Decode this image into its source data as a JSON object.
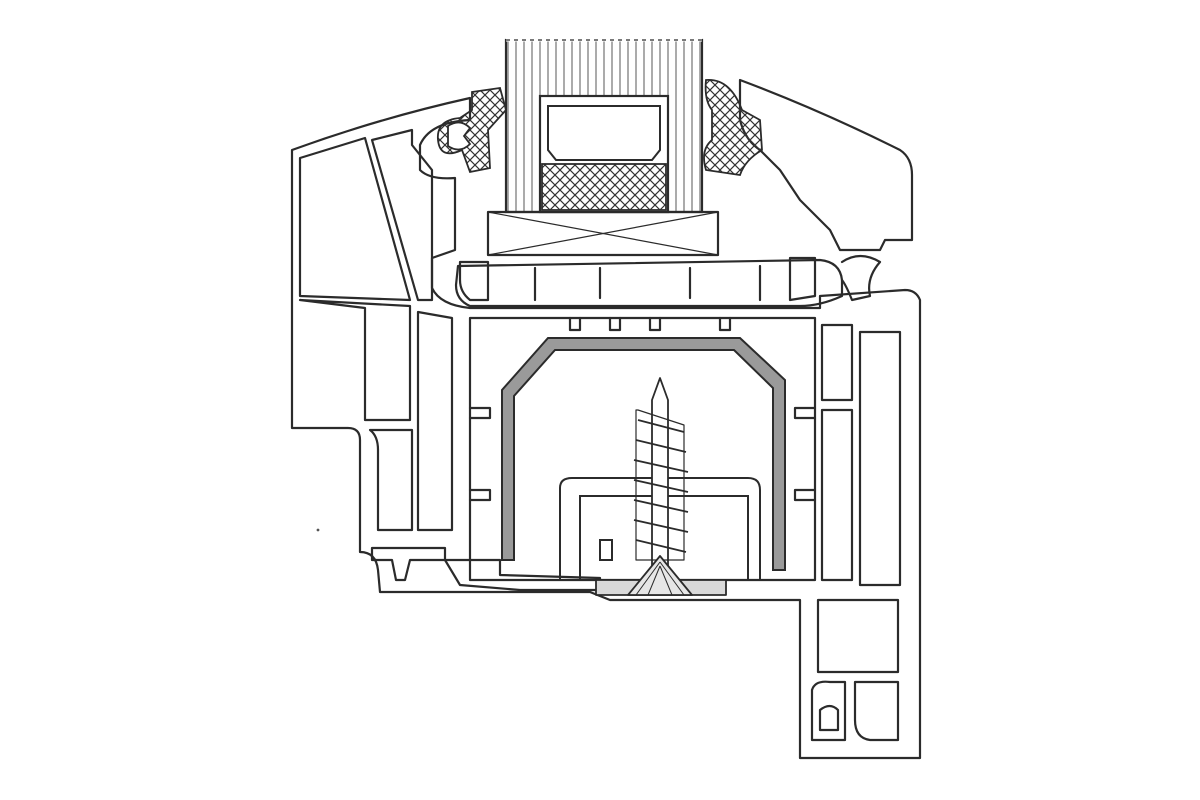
{
  "diagram": {
    "subject": "",
    "parts": [
      {
        "id": "glazing-unit",
        "fill_style": "vertical-lines"
      },
      {
        "id": "glazing-spacer-mesh",
        "fill_style": "crosshatch"
      },
      {
        "id": "glazing-gasket-left",
        "fill_style": "crosshatch"
      },
      {
        "id": "glazing-gasket-right",
        "fill_style": "crosshatch"
      },
      {
        "id": "steel-reinforcement",
        "fill_style": "solid-grey"
      },
      {
        "id": "fixing-screw",
        "fill_style": "outline"
      }
    ],
    "colors": {
      "stroke": "#2b2b2b",
      "background": "#ffffff",
      "reinforcement_fill": "#9a9a9a",
      "gasket_fill": "#e6e6e6",
      "mesh": "#333333"
    }
  }
}
